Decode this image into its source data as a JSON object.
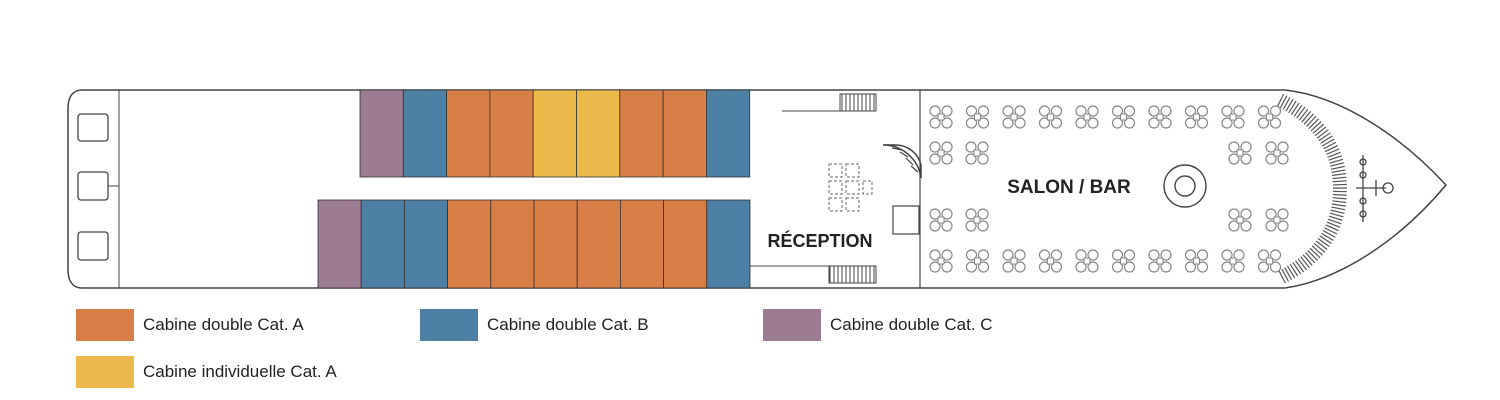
{
  "colors": {
    "cat_a_double": "#d77f47",
    "cat_b_double": "#4e7fa4",
    "cat_c_double": "#9c7b93",
    "cat_a_single": "#ebba4b",
    "outline": "#444444",
    "seating": "#888888"
  },
  "rooms": {
    "salon_bar": "SALON / BAR",
    "reception": "RÉCEPTION"
  },
  "cabins": {
    "upper_row": [
      "C",
      "B",
      "A",
      "A",
      "S",
      "S",
      "A",
      "A",
      "B"
    ],
    "lower_row": [
      "C",
      "B",
      "B",
      "A",
      "A",
      "A",
      "A",
      "A",
      "A",
      "B"
    ]
  },
  "legend": [
    {
      "key": "A",
      "color": "#d77f47",
      "label": "Cabine double Cat. A"
    },
    {
      "key": "B",
      "color": "#4e7fa4",
      "label": "Cabine double Cat. B"
    },
    {
      "key": "C",
      "color": "#9c7b93",
      "label": "Cabine double Cat. C"
    },
    {
      "key": "S",
      "color": "#ebba4b",
      "label": "Cabine individuelle Cat. A"
    }
  ]
}
